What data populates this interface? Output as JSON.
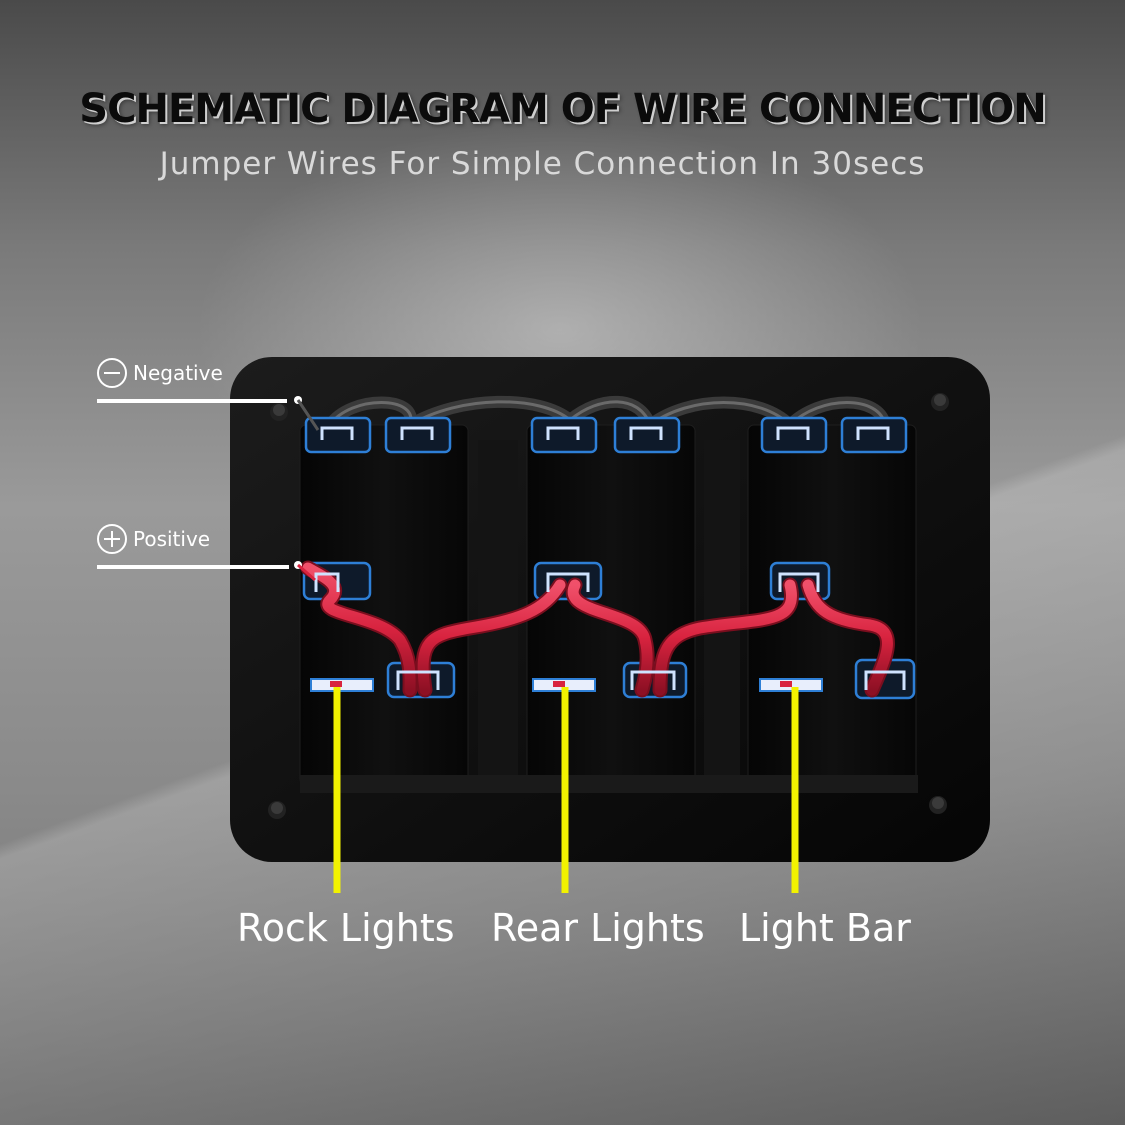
{
  "title": "SCHEMATIC DIAGRAM OF WIRE CONNECTION",
  "subtitle": "Jumper Wires For Simple Connection In 30secs",
  "legend": {
    "negative": "Negative",
    "positive": "Positive"
  },
  "outputs": [
    {
      "label": "Rock Lights"
    },
    {
      "label": "Rear Lights"
    },
    {
      "label": "Light Bar"
    }
  ],
  "colors": {
    "panel": "#0c0c0c",
    "positive_wire": "#d8233f",
    "negative_wire": "#2a2a2a",
    "output_wire": "#f2f200",
    "terminal_glow": "#2e7fd6",
    "leader": "#ffffff"
  },
  "icons": [
    "minus-circle-icon",
    "plus-circle-icon"
  ]
}
